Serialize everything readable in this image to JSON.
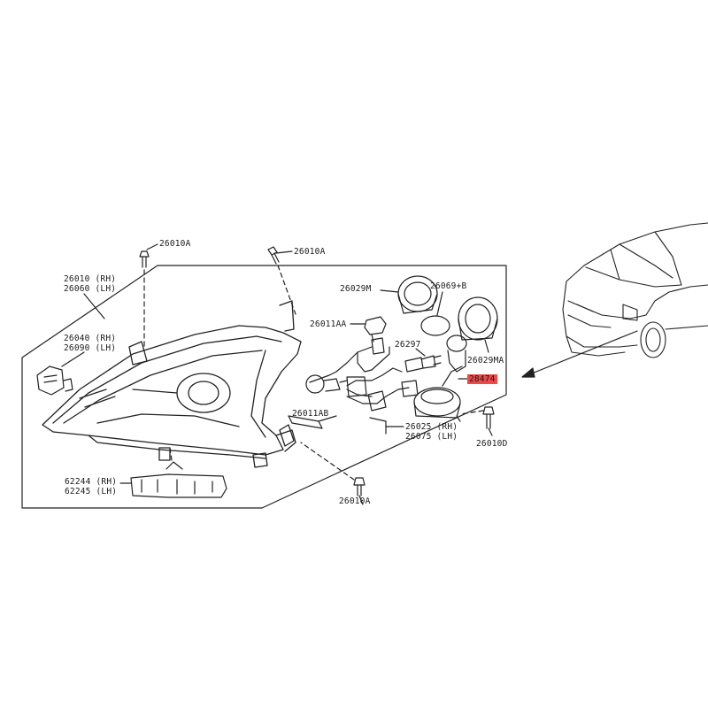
{
  "diagram": {
    "labels": {
      "bolt_top_left": "26010A",
      "bolt_top_mid": "26010A",
      "bolt_bottom": "26010A",
      "bolt_right": "26010D",
      "housing_rh": "26010 (RH)",
      "housing_lh": "26060 (LH)",
      "side_lamp_rh": "26040 (RH)",
      "side_lamp_lh": "26090 (LH)",
      "bracket_rh": "62244 (RH)",
      "bracket_lh": "62245 (LH)",
      "cap_left": "26029M",
      "cap_right": "26029MA",
      "seal": "26069+B",
      "bulb_socket": "26011AA",
      "bulb": "26011AB",
      "hid_bulb": "26297",
      "ballast": "28474",
      "harness_rh": "26025 (RH)",
      "harness_lh": "26075 (LH)"
    },
    "highlight_color": "#ef4a4a"
  }
}
